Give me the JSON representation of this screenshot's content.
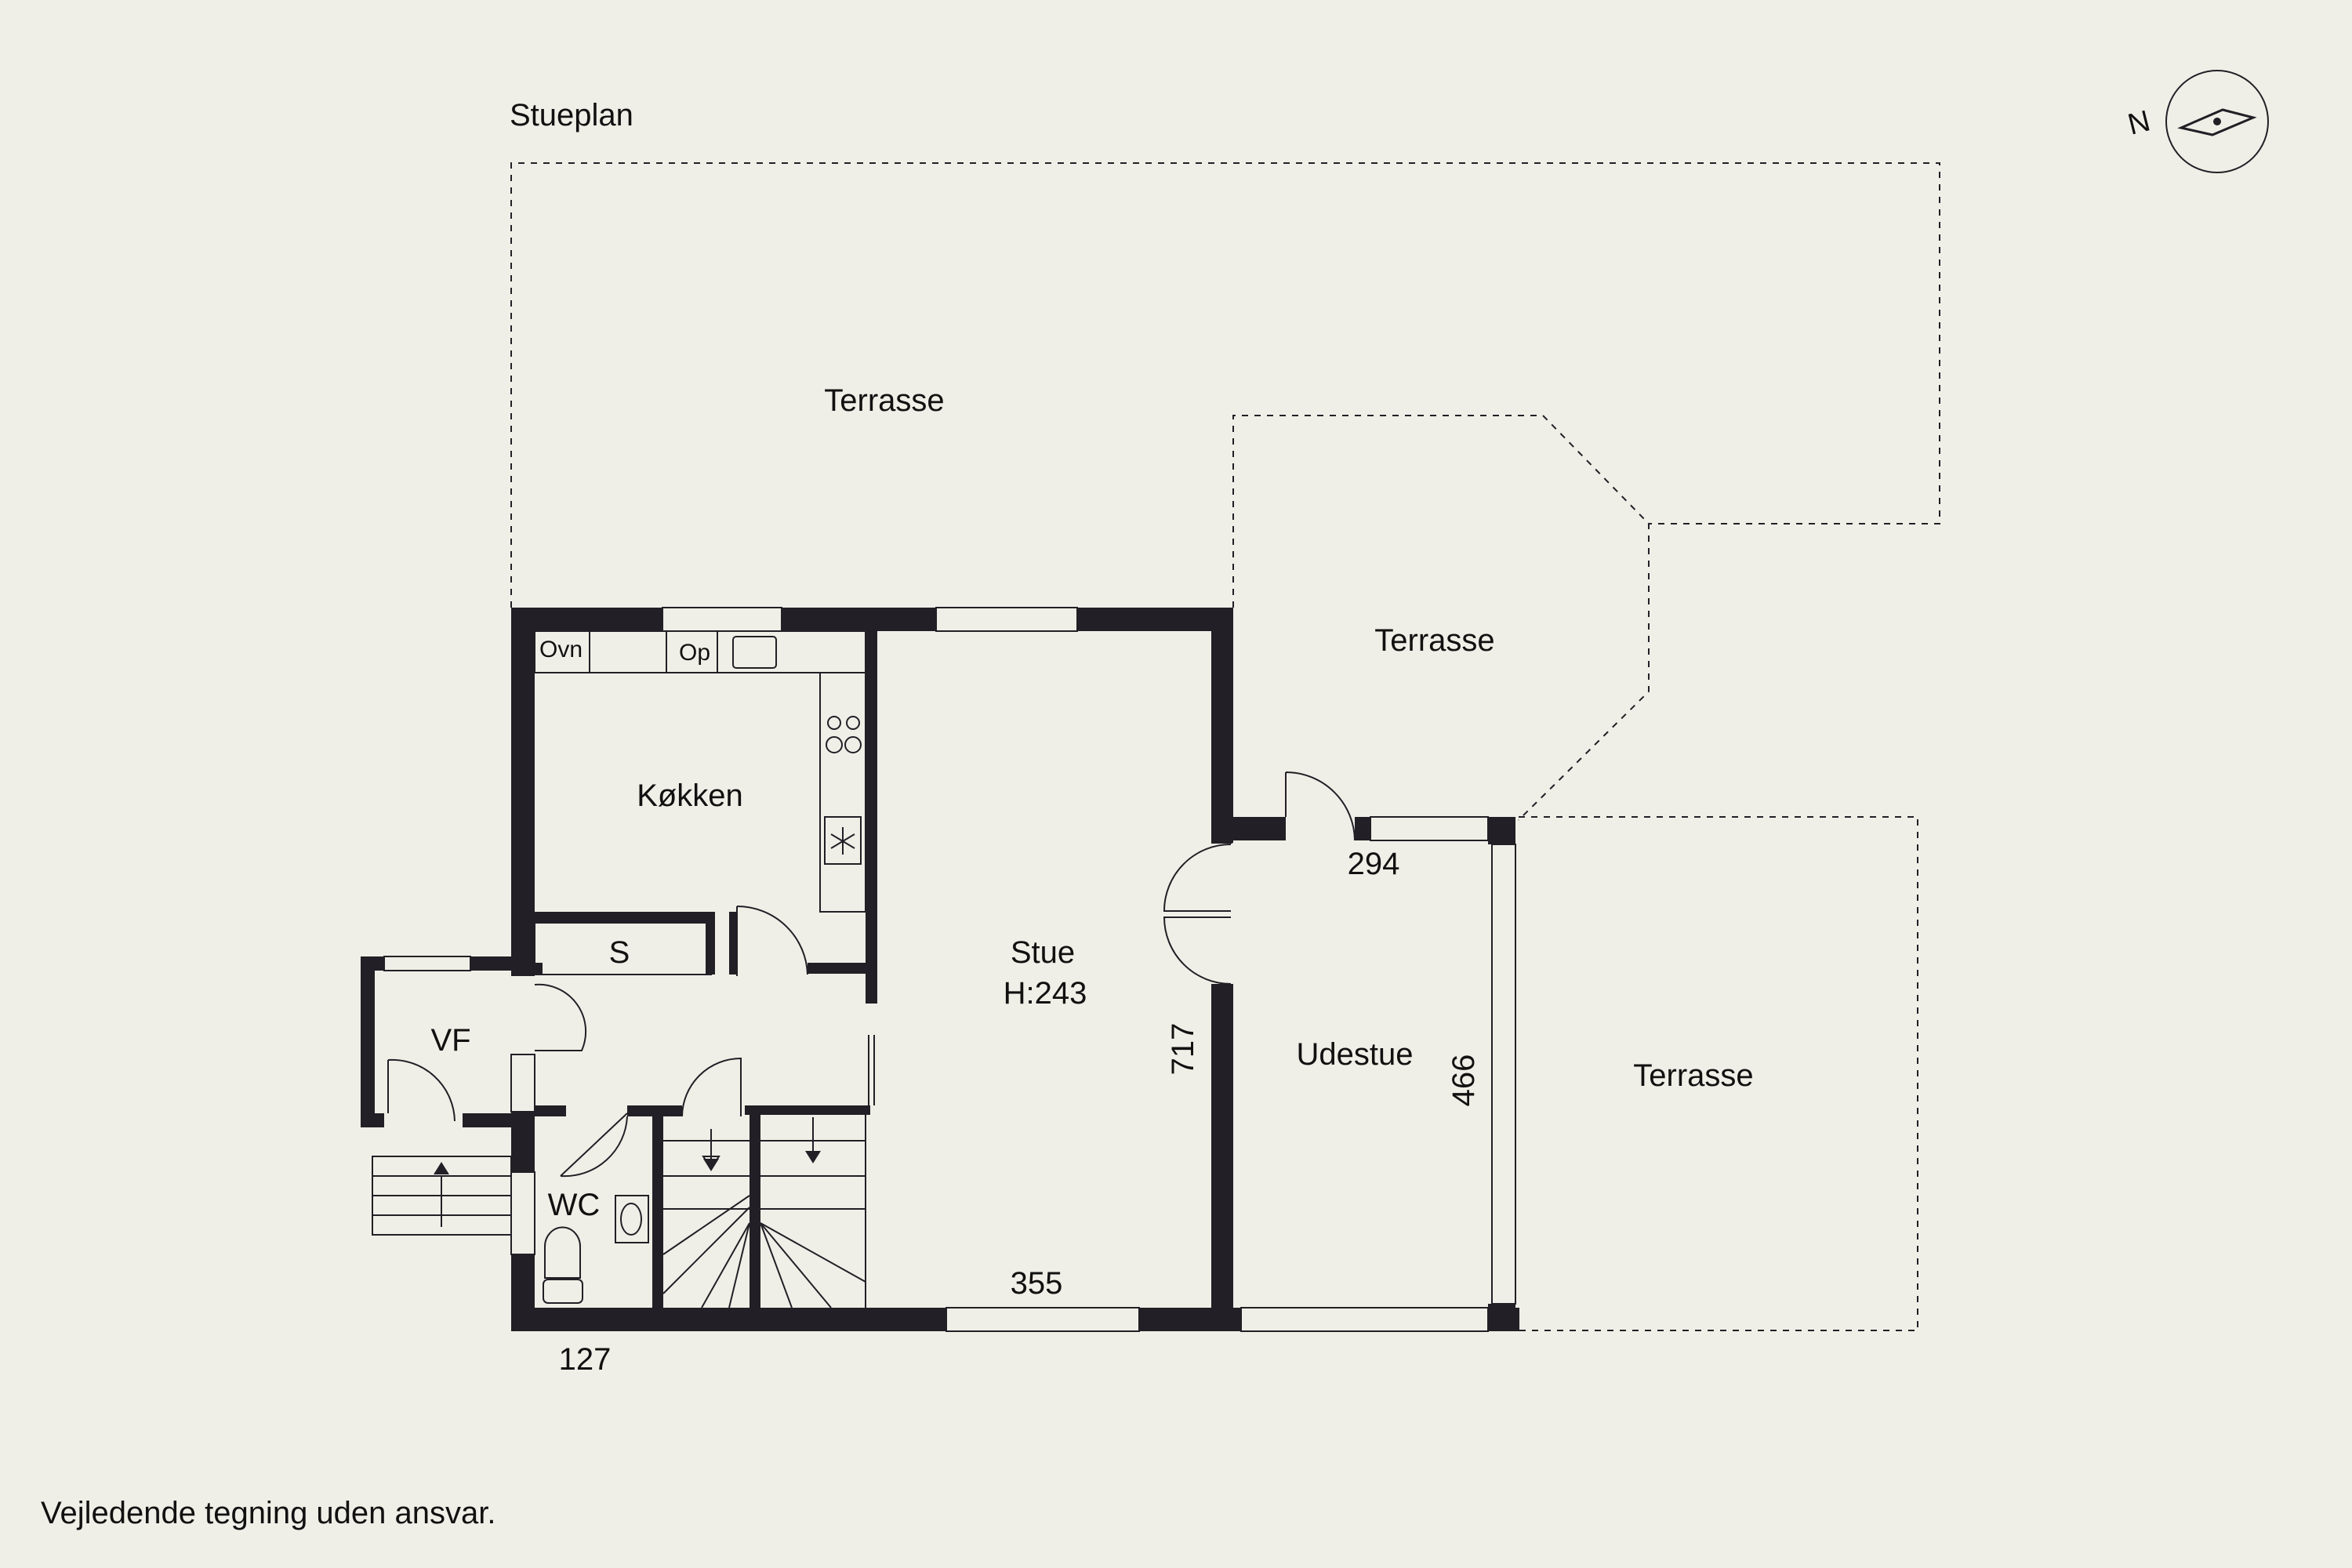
{
  "plan": {
    "title": "Stueplan",
    "disclaimer": "Vejledende tegning uden ansvar.",
    "compass": {
      "letter": "N",
      "icon": "compass-icon"
    }
  },
  "rooms": {
    "terrace_top": "Terrasse",
    "terrace_mid": "Terrasse",
    "terrace_right": "Terrasse",
    "kitchen": "Køkken",
    "living": "Stue",
    "living_height": "H:243",
    "sunroom": "Udestue",
    "storage": "S",
    "entrance": "VF",
    "toilet": "WC"
  },
  "fixtures": {
    "oven": "Ovn",
    "dishwasher": "Op"
  },
  "dimensions": {
    "d294": "294",
    "d355": "355",
    "d717": "717",
    "d466": "466",
    "d127": "127"
  }
}
